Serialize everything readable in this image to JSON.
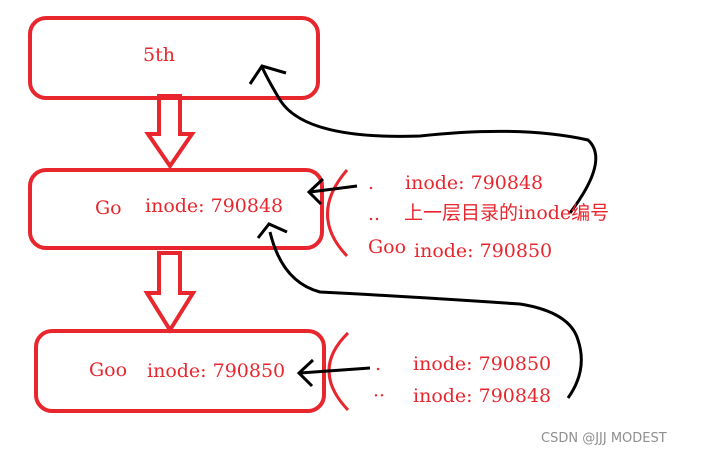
{
  "boxes": {
    "top": {
      "label": "5th"
    },
    "middle": {
      "name": "Go",
      "inode": "inode: 790848"
    },
    "bottom": {
      "name": "Goo",
      "inode": "inode: 790850"
    }
  },
  "middle_entries": {
    "dot": ".",
    "dot_inode": "inode: 790848",
    "dotdot": "..",
    "dotdot_note": "上一层目录的inode编号",
    "child": "Goo",
    "child_inode": "inode: 790850"
  },
  "bottom_entries": {
    "dot": ".",
    "dot_inode": "inode: 790850",
    "dotdot": "··",
    "dotdot_inode": "inode: 790848"
  },
  "watermark": "CSDN @JJJ MODEST",
  "colors": {
    "box_stroke": "#e8262e",
    "arrow_stroke": "#000000",
    "text": "#e8262e"
  }
}
